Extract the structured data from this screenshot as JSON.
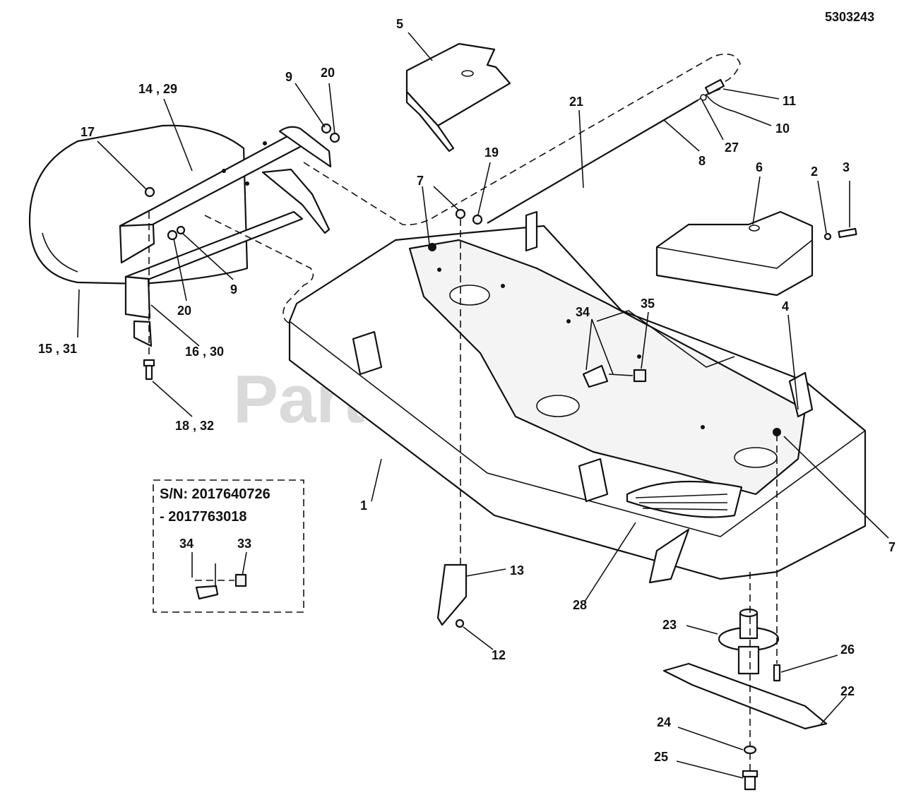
{
  "diagram_number": "5303243",
  "watermark": "PartsTree",
  "watermark_tm": "™",
  "inset": {
    "serial_line1": "S/N: 2017640726",
    "serial_line2": "- 2017763018",
    "labels": [
      "34",
      "33"
    ]
  },
  "callouts": {
    "c5": "5",
    "c14_29": "14 , 29",
    "c9a": "9",
    "c20a": "20",
    "c17": "17",
    "c15_31": "15 , 31",
    "c20b": "20",
    "c9b": "9",
    "c16_30": "16 , 30",
    "c18_32": "18 , 32",
    "c21": "21",
    "c19": "19",
    "c7a": "7",
    "c11": "11",
    "c10": "10",
    "c27": "27",
    "c8": "8",
    "c6": "6",
    "c2": "2",
    "c3": "3",
    "c34": "34",
    "c35": "35",
    "c4": "4",
    "c7b": "7",
    "c1": "1",
    "c13": "13",
    "c12": "12",
    "c28": "28",
    "c23": "23",
    "c26": "26",
    "c22": "22",
    "c24": "24",
    "c25": "25"
  }
}
